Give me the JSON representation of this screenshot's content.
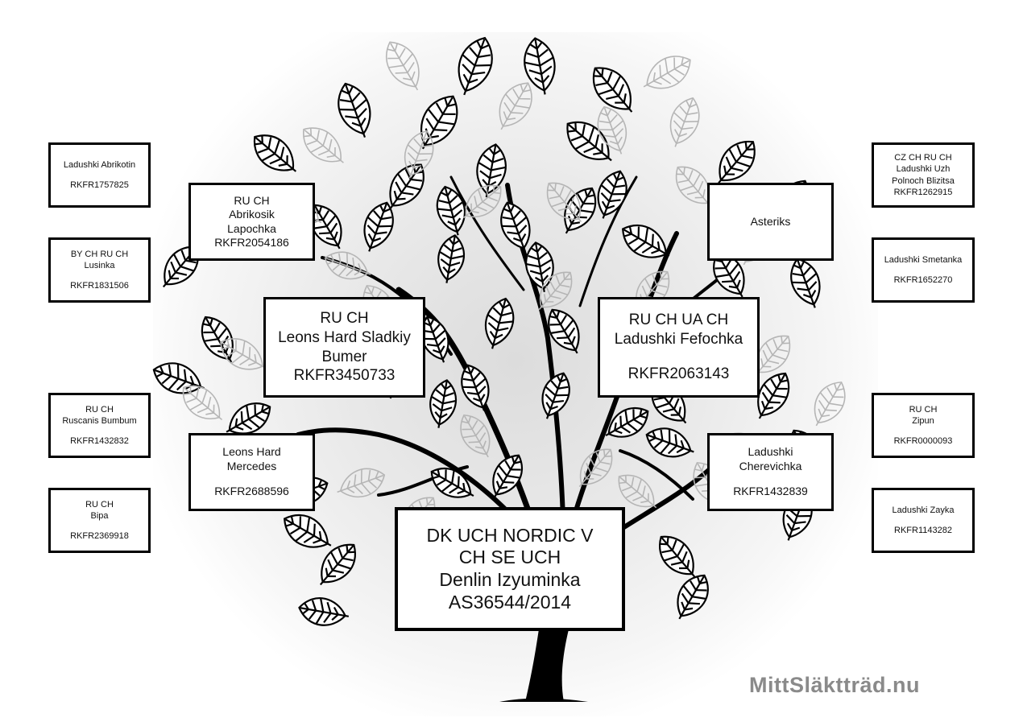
{
  "root": {
    "line1": "DK UCH NORDIC V",
    "line2": "CH SE UCH",
    "name": "Denlin Izyuminka",
    "reg": "AS36544/2014"
  },
  "sire": {
    "title": "RU CH",
    "name1": "Leons Hard Sladkiy",
    "name2": "Bumer",
    "reg": "RKFR3450733"
  },
  "dam": {
    "title": "RU CH UA CH",
    "name": "Ladushki Fefochka",
    "reg": "RKFR2063143"
  },
  "sire_sire": {
    "title": "RU CH",
    "name1": "Abrikosik",
    "name2": "Lapochka",
    "reg": "RKFR2054186"
  },
  "sire_dam": {
    "name1": "Leons Hard",
    "name2": "Mercedes",
    "reg": "RKFR2688596"
  },
  "dam_sire": {
    "name": "Asteriks"
  },
  "dam_dam": {
    "name1": "Ladushki",
    "name2": "Cherevichka",
    "reg": "RKFR1432839"
  },
  "ss_sire": {
    "name": "Ladushki Abrikotin",
    "reg": "RKFR1757825"
  },
  "ss_dam": {
    "title": "BY CH RU CH",
    "name": "Lusinka",
    "reg": "RKFR1831506"
  },
  "sd_sire": {
    "title": "RU CH",
    "name": "Ruscanis Bumbum",
    "reg": "RKFR1432832"
  },
  "sd_dam": {
    "title": "RU CH",
    "name": "Bipa",
    "reg": "RKFR2369918"
  },
  "ds_sire": {
    "title": "CZ CH RU CH",
    "name1": "Ladushki Uzh",
    "name2": "Polnoch Blizitsa",
    "reg": "RKFR1262915"
  },
  "ds_dam": {
    "name": "Ladushki Smetanka",
    "reg": "RKFR1652270"
  },
  "dd_sire": {
    "title": "RU CH",
    "name": "Zipun",
    "reg": "RKFR0000093"
  },
  "dd_dam": {
    "name": "Ladushki Zayka",
    "reg": "RKFR1143282"
  },
  "brand": "MittSläktträd.nu",
  "colors": {
    "ink": "#000000",
    "leaf_light": "#b5b5b5",
    "brand": "#8a8a8a"
  }
}
